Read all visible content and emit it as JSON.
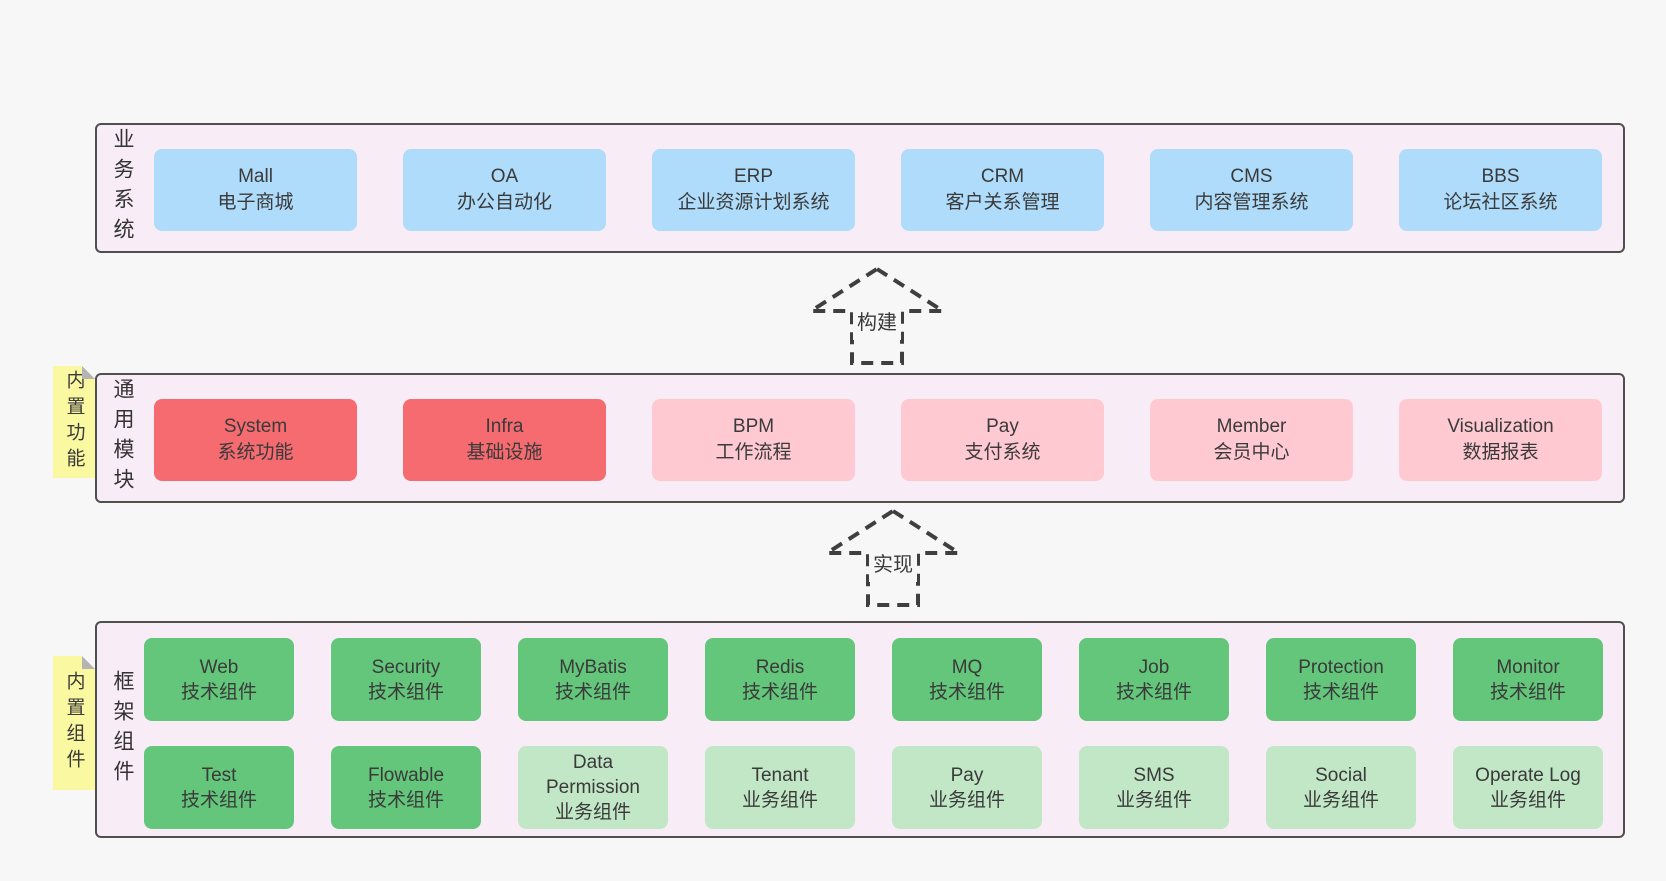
{
  "colors": {
    "page_background": "#f7f7f7",
    "band_background": "#f8edf6",
    "band_border": "#4f4f4f",
    "business_system_box": "#aedcfa",
    "core_module_box": "#f56b70",
    "module_box": "#ffc9d2",
    "tech_component_box": "#63c67b",
    "biz_component_box": "#c1e7c7",
    "sticky_note": "#fbf8a2",
    "text": "#3a3a3a"
  },
  "bands": {
    "business": {
      "label": "业务系统",
      "items": [
        {
          "name": "Mall",
          "desc": "电子商城"
        },
        {
          "name": "OA",
          "desc": "办公自动化"
        },
        {
          "name": "ERP",
          "desc": "企业资源计划系统"
        },
        {
          "name": "CRM",
          "desc": "客户关系管理"
        },
        {
          "name": "CMS",
          "desc": "内容管理系统"
        },
        {
          "name": "BBS",
          "desc": "论坛社区系统"
        }
      ]
    },
    "modules": {
      "label": "通用模块",
      "note": "内置功能",
      "items": [
        {
          "name": "System",
          "desc": "系统功能",
          "variant": "core"
        },
        {
          "name": "Infra",
          "desc": "基础设施",
          "variant": "core"
        },
        {
          "name": "BPM",
          "desc": "工作流程",
          "variant": "normal"
        },
        {
          "name": "Pay",
          "desc": "支付系统",
          "variant": "normal"
        },
        {
          "name": "Member",
          "desc": "会员中心",
          "variant": "normal"
        },
        {
          "name": "Visualization",
          "desc": "数据报表",
          "variant": "normal"
        }
      ]
    },
    "components": {
      "label": "框架组件",
      "note": "内置组件",
      "row1": [
        {
          "name": "Web",
          "desc": "技术组件",
          "variant": "tech"
        },
        {
          "name": "Security",
          "desc": "技术组件",
          "variant": "tech"
        },
        {
          "name": "MyBatis",
          "desc": "技术组件",
          "variant": "tech"
        },
        {
          "name": "Redis",
          "desc": "技术组件",
          "variant": "tech"
        },
        {
          "name": "MQ",
          "desc": "技术组件",
          "variant": "tech"
        },
        {
          "name": "Job",
          "desc": "技术组件",
          "variant": "tech"
        },
        {
          "name": "Protection",
          "desc": "技术组件",
          "variant": "tech"
        },
        {
          "name": "Monitor",
          "desc": "技术组件",
          "variant": "tech"
        }
      ],
      "row2": [
        {
          "name": "Test",
          "desc": "技术组件",
          "variant": "tech"
        },
        {
          "name": "Flowable",
          "desc": "技术组件",
          "variant": "tech"
        },
        {
          "name": "Data Permission",
          "desc": "业务组件",
          "variant": "biz"
        },
        {
          "name": "Tenant",
          "desc": "业务组件",
          "variant": "biz"
        },
        {
          "name": "Pay",
          "desc": "业务组件",
          "variant": "biz"
        },
        {
          "name": "SMS",
          "desc": "业务组件",
          "variant": "biz"
        },
        {
          "name": "Social",
          "desc": "业务组件",
          "variant": "biz"
        },
        {
          "name": "Operate Log",
          "desc": "业务组件",
          "variant": "biz"
        }
      ]
    }
  },
  "arrows": {
    "build": "构建",
    "implement": "实现"
  }
}
